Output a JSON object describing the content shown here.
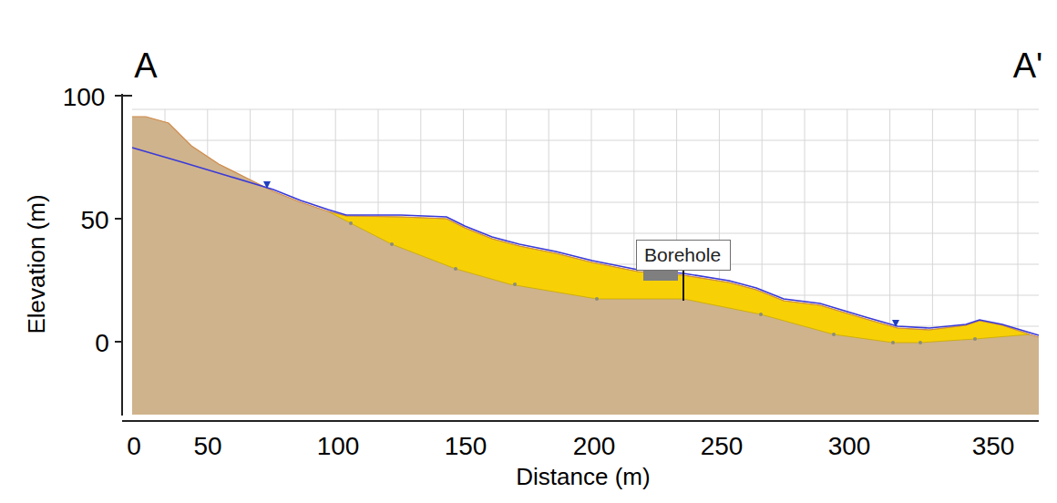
{
  "diagram": {
    "nodes": [
      {
        "text": [
          "Borehole"
        ]
      }
    ],
    "labels": [
      "A",
      "A'",
      "100",
      "50",
      "0",
      "Elevation (m)",
      "0",
      "50",
      "100",
      "150",
      "200",
      "250",
      "300",
      "350",
      "Distance (m)"
    ]
  }
}
